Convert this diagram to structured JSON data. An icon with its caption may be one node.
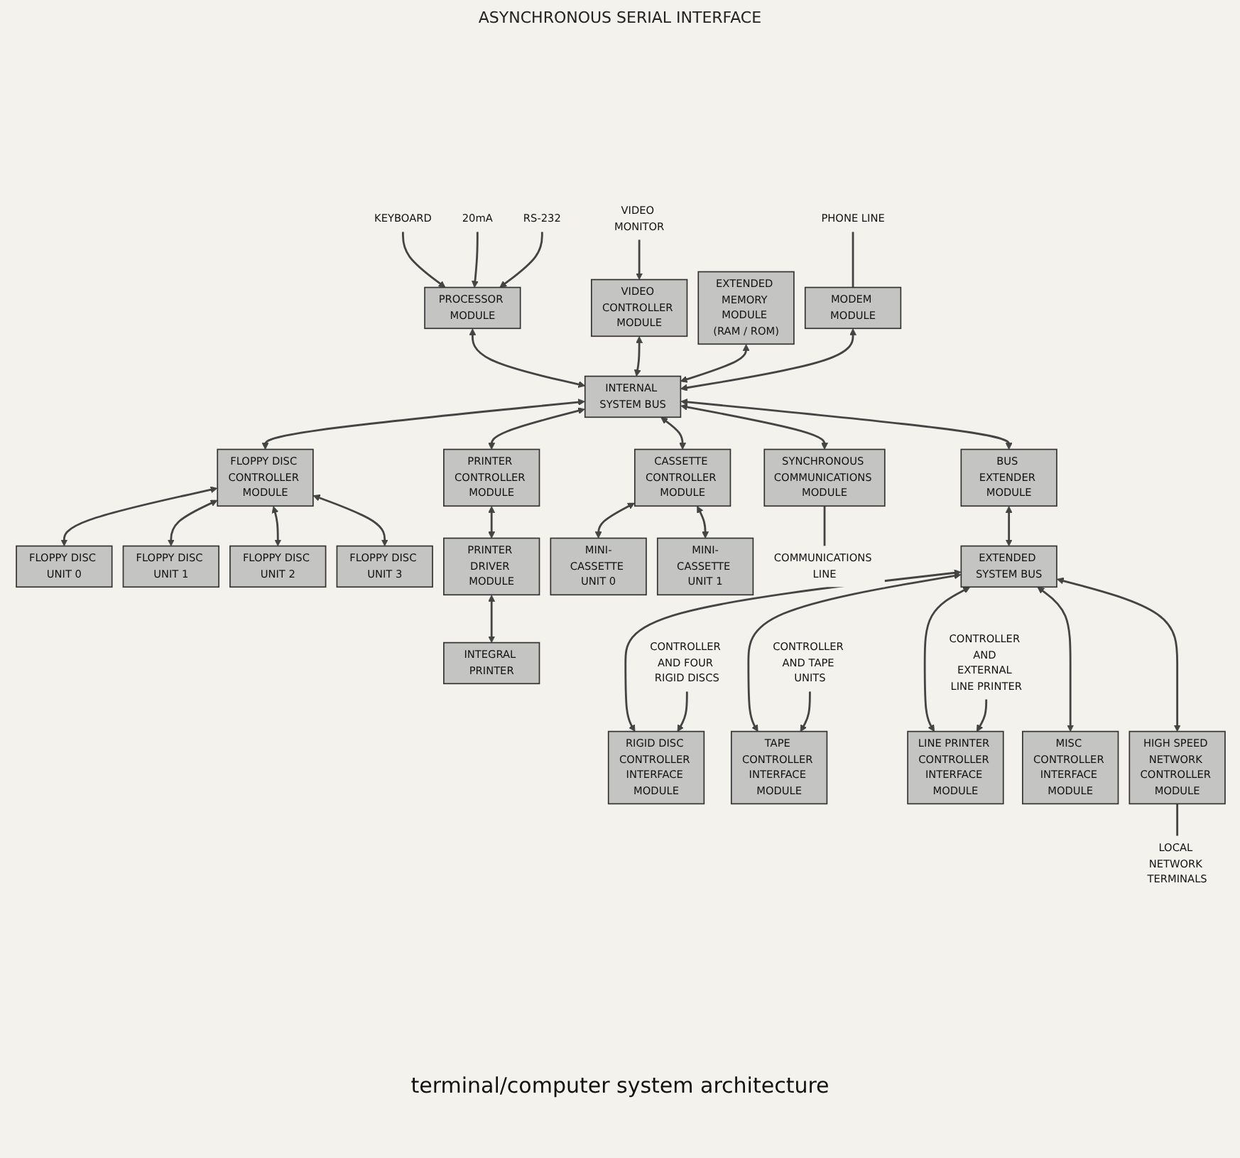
{
  "diagram": {
    "caption": "terminal/computer system architecture",
    "nodes": [
      {
        "text": [
          "KEYBOARD"
        ]
      },
      {
        "text": [
          "20mA"
        ]
      },
      {
        "text": [
          "RS-232"
        ]
      },
      {
        "text": [
          "VIDEO MONITOR"
        ]
      },
      {
        "text": [
          "PHONE LINE"
        ]
      },
      {
        "text": [
          "PROCESSOR MODULE"
        ]
      },
      {
        "text": [
          "VIDEO CONTROLLER MODULE"
        ]
      },
      {
        "text": [
          "EXTENDED MEMORY MODULE (RAM / ROM)"
        ]
      },
      {
        "text": [
          "MODEM MODULE"
        ]
      },
      {
        "text": [
          "INTERNAL SYSTEM BUS"
        ]
      },
      {
        "text": [
          "FLOPPY DISC CONTROLLER MODULE"
        ]
      },
      {
        "text": [
          "PRINTER CONTROLLER MODULE"
        ]
      },
      {
        "text": [
          "CASSETTE CONTROLLER MODULE"
        ]
      },
      {
        "text": [
          "SYNCHRONOUS COMMUNICATIONS MODULE"
        ]
      },
      {
        "text": [
          "BUS EXTENDER MODULE"
        ]
      },
      {
        "text": [
          "FLOPPY DISC UNIT 0"
        ]
      },
      {
        "text": [
          "PRINTER DRIVER MODULE"
        ]
      },
      {
        "text": [
          "MINI-CASSETTE UNIT 0"
        ]
      },
      {
        "text": [
          "MINI-CASSETTE UNIT 1"
        ]
      },
      {
        "text": [
          "COMMUNICATIONS LINE"
        ]
      },
      {
        "text": [
          "FLOPPY DISC UNIT 1"
        ]
      },
      {
        "text": [
          "INTEGRAL PRINTER"
        ]
      },
      {
        "text": [
          "FLOPPY DISC UNIT 2"
        ]
      },
      {
        "text": [
          "FLOPPY DISC UNIT 3"
        ]
      },
      {
        "text": [
          "EXTENDED SYSTEM BUS"
        ]
      },
      {
        "text": [
          "RIGID DISC CONTROLLER INTERFACE MODULE"
        ]
      },
      {
        "text": [
          "TAPE CONTROLLER INTERFACE MODULE"
        ]
      },
      {
        "text": [
          "LINE PRINTER CONTROLLER INTERFACE MODULE"
        ]
      },
      {
        "text": [
          "MISC CONTROLLER INTERFACE MODULE"
        ]
      },
      {
        "text": [
          "HIGH SPEED NETWORK CONTROLLER MODULE"
        ]
      },
      {
        "text": [
          "CONTROLLER AND FOUR RIGID DISCS"
        ]
      },
      {
        "text": [
          "CONTROLLER AND TAPE UNITS"
        ]
      },
      {
        "text": [
          "CONTROLLER AND EXTERNAL LINE PRINTER"
        ]
      },
      {
        "text": [
          "LOCAL NETWORK TERMINALS"
        ]
      }
    ],
    "edges": [
      {
        "from": 0,
        "to": 5,
        "arrow": "to"
      },
      {
        "from": 1,
        "to": 5,
        "arrow": "to"
      },
      {
        "from": 2,
        "to": 5,
        "arrow": "to"
      },
      {
        "from": 3,
        "to": 6,
        "arrow": "to"
      },
      {
        "from": 4,
        "to": 8,
        "arrow": "none"
      },
      {
        "from": 5,
        "to": 9,
        "arrow": "both"
      },
      {
        "from": 6,
        "to": 9,
        "arrow": "both"
      },
      {
        "from": 7,
        "to": 9,
        "arrow": "both"
      },
      {
        "from": 8,
        "to": 9,
        "arrow": "both"
      },
      {
        "from": 9,
        "to": 10,
        "arrow": "both"
      },
      {
        "from": 9,
        "to": 11,
        "arrow": "both"
      },
      {
        "from": 9,
        "to": 12,
        "arrow": "both"
      },
      {
        "from": 9,
        "to": 13,
        "arrow": "both"
      },
      {
        "from": 9,
        "to": 14,
        "arrow": "both"
      },
      {
        "from": 10,
        "to": 15,
        "arrow": "both"
      },
      {
        "from": 10,
        "to": 20,
        "arrow": "both"
      },
      {
        "from": 10,
        "to": 22,
        "arrow": "both"
      },
      {
        "from": 10,
        "to": 23,
        "arrow": "both"
      },
      {
        "from": 11,
        "to": 16,
        "arrow": "both"
      },
      {
        "from": 16,
        "to": 21,
        "arrow": "both"
      },
      {
        "from": 12,
        "to": 17,
        "arrow": "both"
      },
      {
        "from": 12,
        "to": 18,
        "arrow": "both"
      },
      {
        "from": 13,
        "to": 19,
        "arrow": "none"
      },
      {
        "from": 14,
        "to": 24,
        "arrow": "both"
      },
      {
        "from": 24,
        "to": 25,
        "arrow": "both"
      },
      {
        "from": 24,
        "to": 26,
        "arrow": "both"
      },
      {
        "from": 24,
        "to": 27,
        "arrow": "both"
      },
      {
        "from": 24,
        "to": 28,
        "arrow": "both"
      },
      {
        "from": 24,
        "to": 29,
        "arrow": "both"
      },
      {
        "from": 30,
        "to": 25,
        "arrow": "to"
      },
      {
        "from": 31,
        "to": 26,
        "arrow": "to"
      },
      {
        "from": 32,
        "to": 27,
        "arrow": "to"
      },
      {
        "from": 29,
        "to": 33,
        "arrow": "none"
      }
    ],
    "labels": [
      "ASYNCHRONOUS SERIAL INTERFACE"
    ]
  }
}
